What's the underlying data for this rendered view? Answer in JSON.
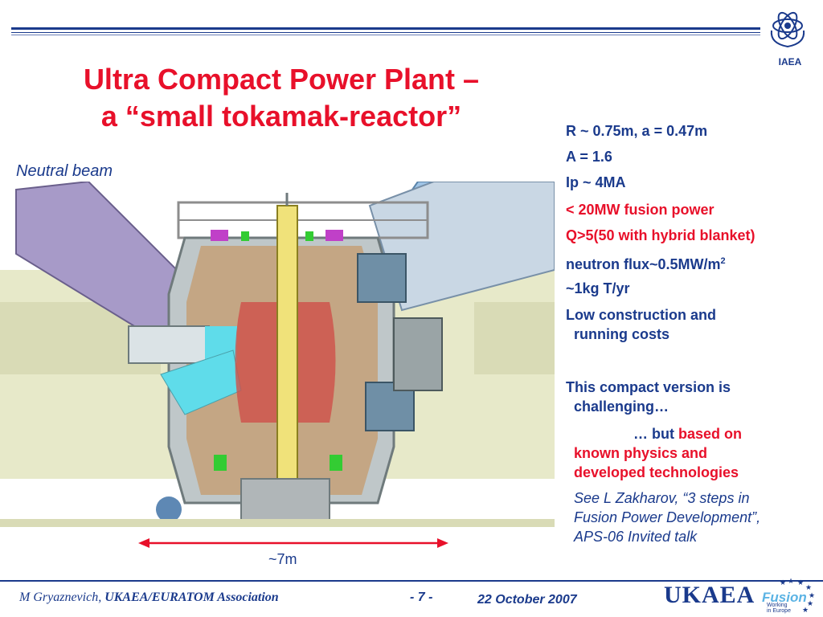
{
  "header": {
    "title": "Ultra Compact Power Plant – a “small tokamak-reactor”",
    "logo_text": "IAEA"
  },
  "figure": {
    "neutral_beam_label": "Neutral beam",
    "scale_label": "~7m"
  },
  "specs": {
    "r_a": "R ~ 0.75m, a = 0.47m",
    "aspect": "A = 1.6",
    "ip": "Ip ~ 4MA",
    "fusion_power": "< 20MW fusion power",
    "q": "Q>5(50 with hybrid blanket)",
    "neutron_flux": "neutron flux~0.5MW/m",
    "neutron_flux_sup": "2",
    "tritium": "~1kg T/yr",
    "costs_1": "Low construction and",
    "costs_2": "running costs",
    "compact_1": "This compact version is",
    "compact_2": "challenging…",
    "but_1": "… but ",
    "but_2": "based on",
    "known_1": "known physics and",
    "known_2": "developed technologies",
    "ref_1": "See L Zakharov, “3 steps in",
    "ref_2": "Fusion Power Development”,",
    "ref_3": "APS-06 Invited talk"
  },
  "footer": {
    "author": "M Gryaznevich, ",
    "association": "UKAEA/EURATOM Association",
    "page": "- 7 -",
    "date": "22 October 2007",
    "ukaea": "UKAEA",
    "fusion": "Fusion",
    "fusion_sub_1": "Working",
    "fusion_sub_2": "in Europe"
  },
  "colors": {
    "navy": "#1a3a8c",
    "red": "#e8102a",
    "plasma": "#d0504a"
  }
}
